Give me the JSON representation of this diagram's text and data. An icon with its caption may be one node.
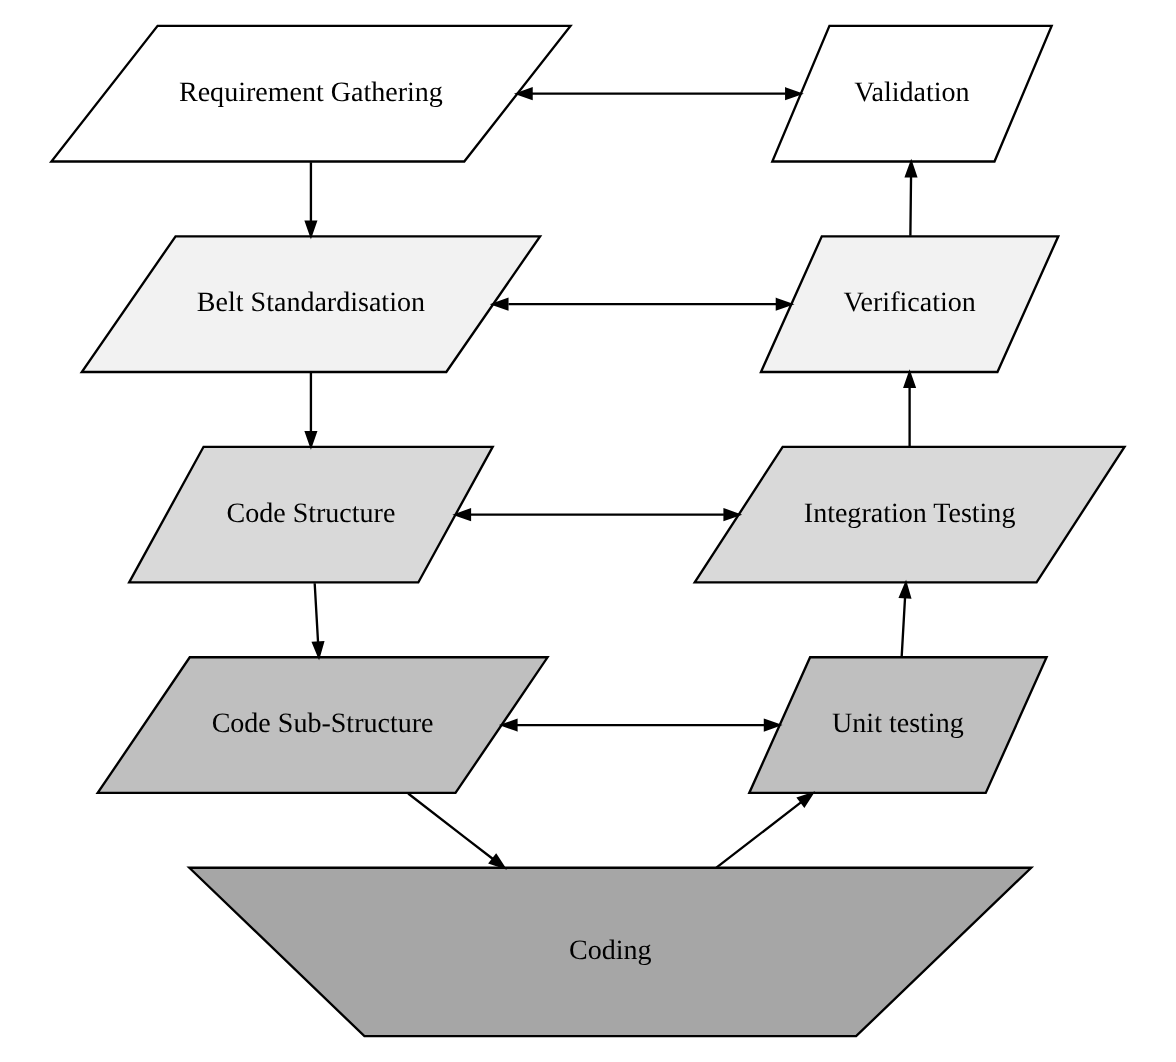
{
  "diagram": {
    "nodes": [
      {
        "text": [
          "Requirement Gathering"
        ]
      },
      {
        "text": [
          "Validation"
        ]
      },
      {
        "text": [
          "Belt Standardisation"
        ]
      },
      {
        "text": [
          "Verification"
        ]
      },
      {
        "text": [
          "Code Structure"
        ]
      },
      {
        "text": [
          "Integration Testing"
        ]
      },
      {
        "text": [
          "Code Sub-Structure"
        ]
      },
      {
        "text": [
          "Unit testing"
        ]
      },
      {
        "text": [
          "Coding"
        ]
      }
    ],
    "edges": [
      {
        "from": 0,
        "to": 1,
        "arrow": "both"
      },
      {
        "from": 0,
        "to": 2,
        "arrow": "to"
      },
      {
        "from": 2,
        "to": 3,
        "arrow": "both"
      },
      {
        "from": 2,
        "to": 4,
        "arrow": "to"
      },
      {
        "from": 4,
        "to": 5,
        "arrow": "both"
      },
      {
        "from": 4,
        "to": 6,
        "arrow": "to"
      },
      {
        "from": 6,
        "to": 7,
        "arrow": "both"
      },
      {
        "from": 6,
        "to": 8,
        "arrow": "to"
      },
      {
        "from": 8,
        "to": 7,
        "arrow": "to"
      },
      {
        "from": 7,
        "to": 5,
        "arrow": "to"
      },
      {
        "from": 5,
        "to": 3,
        "arrow": "to"
      },
      {
        "from": 3,
        "to": 1,
        "arrow": "to"
      }
    ]
  }
}
